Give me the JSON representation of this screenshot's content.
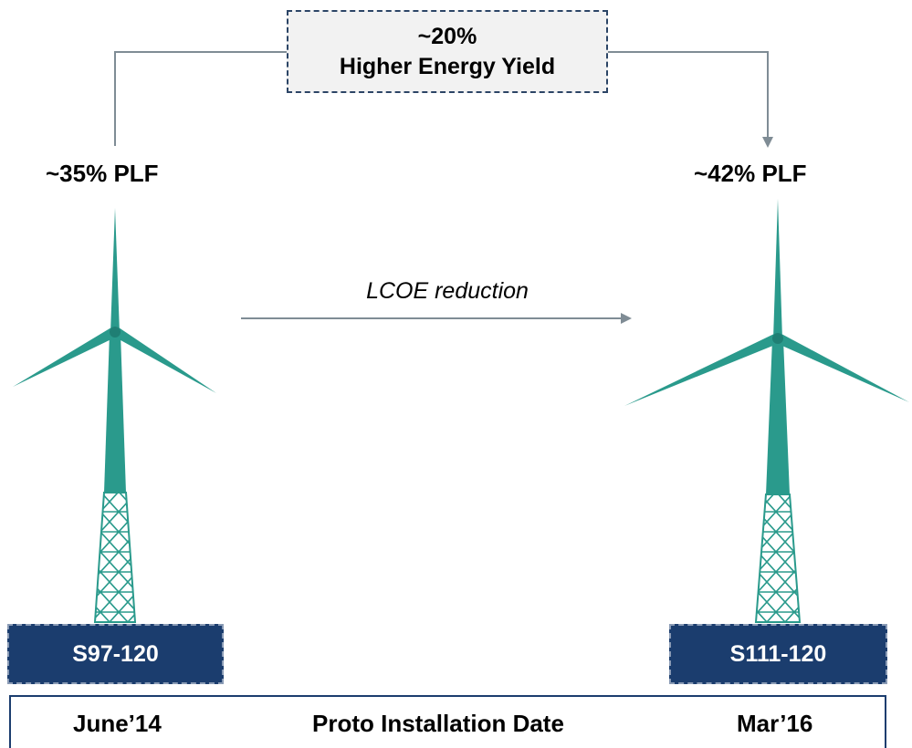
{
  "callout": {
    "percent": "~20%",
    "label": "Higher Energy Yield"
  },
  "turbines": [
    {
      "plf": "~35% PLF",
      "model": "S97-120",
      "date": "June’14"
    },
    {
      "plf": "~42% PLF",
      "model": "S111-120",
      "date": "Mar’16"
    }
  ],
  "arrow_label": "LCOE reduction",
  "timeline_title": "Proto Installation Date",
  "colors": {
    "turbine_teal": "#2a9a8c",
    "navy": "#1b3d6e",
    "connector_gray": "#7f8c95",
    "callout_bg": "#f2f2f2"
  }
}
